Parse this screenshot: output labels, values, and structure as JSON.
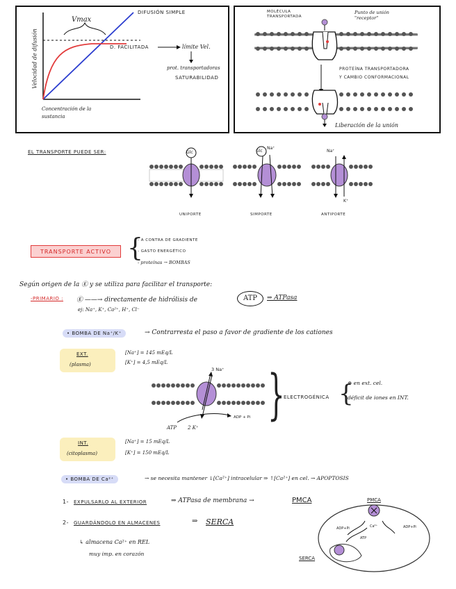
{
  "graph": {
    "y_label": "Velocidad de difusión",
    "x_label_1": "Concentración de la",
    "x_label_2": "sustancia",
    "vmax": "Vmax",
    "simple": "DIFUSIÓN SIMPLE",
    "facilitada": "D. FACILITADA",
    "limite": "límite Vel.",
    "prot": "prot. transportadoras",
    "saturabilidad": "SATURABILIDAD"
  },
  "carrier": {
    "molecula": "MOLÉCULA TRANSPORTADA",
    "punto": "Punto de unión \"receptor\"",
    "proteina_1": "PROTEÍNA TRANSPORTADORA",
    "proteina_2": "Y CAMBIO CONFORMACIONAL",
    "liberacion": "Liberación de la unión"
  },
  "transport": {
    "title": "EL TRANSPORTE PUEDE SER:",
    "glc": "Glc",
    "na_plus": "Na⁺",
    "k_plus": "K⁺",
    "uniporte": "UNIPORTE",
    "simporte": "SIMPORTE",
    "antiporte": "ANTIPORTE"
  },
  "activo": {
    "label": "TRANSPORTE ACTIVO",
    "item_1": "- A CONTRA DE GRADIENTE",
    "item_2": "- GASTO ENERGÉTICO",
    "item_3": "- proteínas → BOMBAS"
  },
  "origen": {
    "line": "Según origen de la Ⓔ y se utiliza para facilitar el transporte:",
    "primario": "-PRIMARIO :",
    "primario_text": "Ⓔ ——→ directamente de hidrólisis de",
    "atp": "ATP",
    "atpasa": "⇒ ATPasa",
    "ej": "ej: Na⁺, K⁺, Ca²⁺, H⁺, Cl⁻"
  },
  "bomba_nak": {
    "title": "• BOMBA DE Na⁺/K⁺",
    "desc": "→ Contrarresta el paso a favor de gradiente de los cationes",
    "ext": "EXT.",
    "plasma": "(plasma)",
    "na_ext": "[Na⁺] = 145 mEq/L",
    "k_ext": "[K⁺] = 4,5 mEq/L",
    "three_na": "3 Na⁺",
    "two_k": "2 K⁺",
    "atp": "ATP",
    "adp": "ADP + Pi",
    "electrogenica": "ELECTROGÉNICA",
    "plus_ext": "⊕ en ext. cel.",
    "deficit": "déficit de iones en INT.",
    "int": "INT.",
    "citoplasma": "(citoplasma)",
    "na_int": "[Na⁺] = 15 mEq/L",
    "k_int": "[K⁺] = 150 mEq/L"
  },
  "bomba_ca": {
    "title": "• BOMBA DE Ca²⁺",
    "desc": "→ se necesita mantener ↓[Ca²⁺] intracelular ⇒ ↑[Ca²⁺] en cel. → APOPTOSIS",
    "item_1_num": "1-",
    "item_1": "EXPULSARLO AL EXTERIOR",
    "item_1_b": "⇒ ATPasa de membrana →",
    "pmca": "PMCA",
    "item_2_num": "2-",
    "item_2": "GUARDÁNDOLO EN ALMACENES",
    "item_2_b": "⇒",
    "serca": "SERCA",
    "almacena": "↳ almacena Ca²⁺ en REL",
    "importante": "muy imp. en corazón",
    "diag_pmca": "PMCA",
    "diag_serca": "SERCA",
    "diag_ca": "Ca²⁺",
    "diag_atp": "ATP",
    "diag_adp": "ADP+Pi"
  },
  "colors": {
    "red": "#e23c3c",
    "purple": "#b48fd6",
    "membrane": "#555555",
    "yellow": "#fbefbd",
    "blue": "#d7dcf7"
  }
}
